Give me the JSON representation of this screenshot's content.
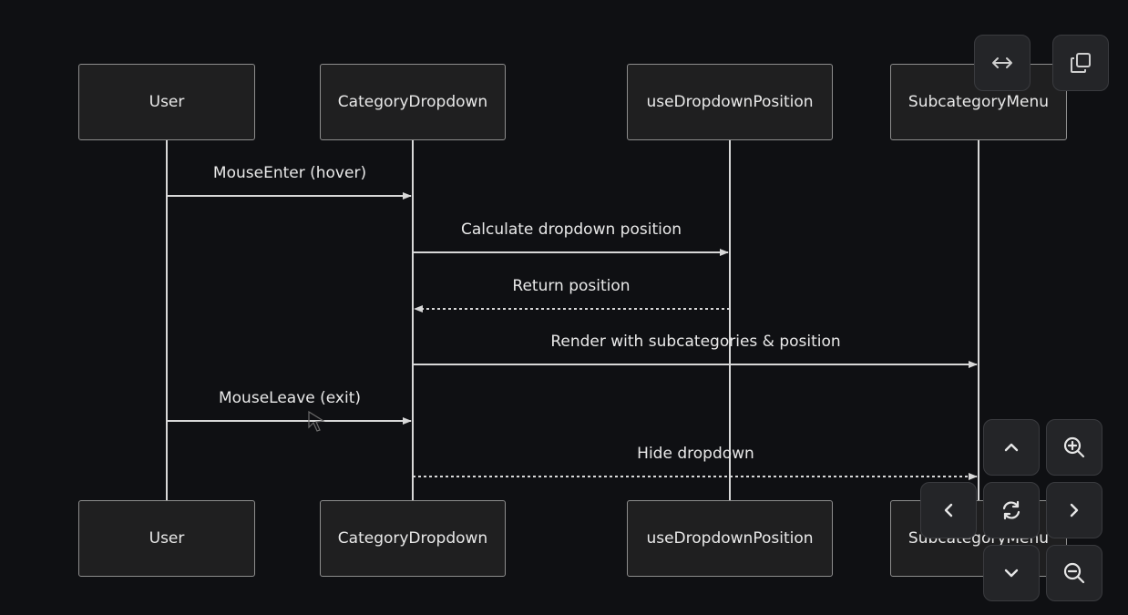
{
  "diagram": {
    "participants": [
      "User",
      "CategoryDropdown",
      "useDropdownPosition",
      "SubcategoryMenu"
    ],
    "messages": [
      {
        "from": 0,
        "to": 1,
        "text": "MouseEnter (hover)",
        "style": "solid"
      },
      {
        "from": 1,
        "to": 2,
        "text": "Calculate dropdown position",
        "style": "solid"
      },
      {
        "from": 2,
        "to": 1,
        "text": "Return position",
        "style": "dashed"
      },
      {
        "from": 1,
        "to": 3,
        "text": "Render with subcategories & position",
        "style": "solid"
      },
      {
        "from": 0,
        "to": 1,
        "text": "MouseLeave (exit)",
        "style": "solid"
      },
      {
        "from": 1,
        "to": 3,
        "text": "Hide dropdown",
        "style": "dashed"
      }
    ]
  },
  "controls": {
    "fit_width": "fit-width-icon",
    "copy": "copy-icon",
    "pan_up": "chevron-up-icon",
    "zoom_in": "zoom-in-icon",
    "pan_left": "chevron-left-icon",
    "reset": "reset-icon",
    "pan_right": "chevron-right-icon",
    "pan_down": "chevron-down-icon",
    "zoom_out": "zoom-out-icon"
  },
  "colors": {
    "background": "#0f1013",
    "actor_fill": "#1f1f20",
    "actor_border": "#8d8d8d",
    "line": "#d8d8d8",
    "text": "#e9e9e9",
    "control_fill": "#242528"
  }
}
